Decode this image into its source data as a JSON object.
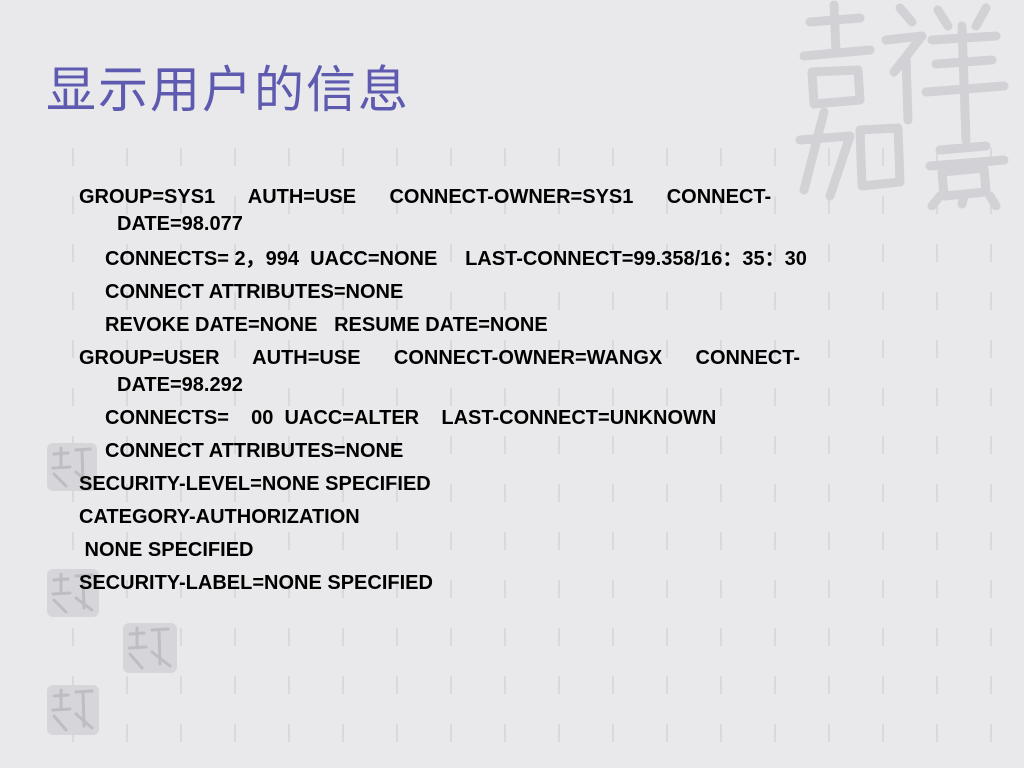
{
  "slide": {
    "title": "显示用户的信息",
    "background_color": "#e9e9eb",
    "title_color": "#5d5ab0",
    "watermark_icon": "auspicious-calligraphy-seal-icon"
  },
  "body_lines": [
    {
      "id": "group1-line1",
      "text": "GROUP=SYS1      AUTH=USE      CONNECT-OWNER=SYS1      CONNECT-"
    },
    {
      "id": "group1-line1-cont",
      "text": "DATE=98.077"
    },
    {
      "id": "group1-connects",
      "text": "CONNECTS= 2，994  UACC=NONE     LAST-CONNECT=99.358/16：35：30"
    },
    {
      "id": "group1-attributes",
      "text": "CONNECT ATTRIBUTES=NONE"
    },
    {
      "id": "group1-revoke",
      "text": "REVOKE DATE=NONE   RESUME DATE=NONE"
    },
    {
      "id": "group2-line1",
      "text": "GROUP=USER      AUTH=USE      CONNECT-OWNER=WANGX      CONNECT-"
    },
    {
      "id": "group2-line1-cont",
      "text": "DATE=98.292"
    },
    {
      "id": "group2-connects",
      "text": "CONNECTS=    00  UACC=ALTER    LAST-CONNECT=UNKNOWN"
    },
    {
      "id": "group2-attributes",
      "text": "CONNECT ATTRIBUTES=NONE"
    },
    {
      "id": "security-level",
      "text": "SECURITY-LEVEL=NONE SPECIFIED"
    },
    {
      "id": "category-authorization",
      "text": "CATEGORY-AUTHORIZATION"
    },
    {
      "id": "category-none",
      "text": " NONE SPECIFIED"
    },
    {
      "id": "security-label",
      "text": "SECURITY-LABEL=NONE SPECIFIED"
    }
  ]
}
